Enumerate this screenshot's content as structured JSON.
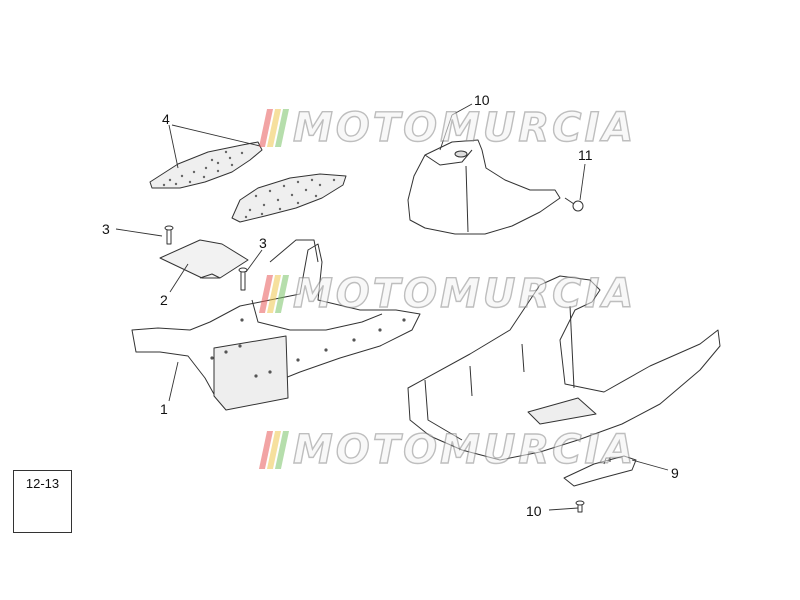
{
  "callouts": {
    "c1": "1",
    "c2": "2",
    "c3a": "3",
    "c3b": "3",
    "c4": "4",
    "c9": "9",
    "c10a": "10",
    "c10b": "10",
    "c11": "11"
  },
  "inset_box": {
    "label": "12-13"
  },
  "watermark": {
    "text": "MOTOMURCIA",
    "bar_colors": [
      "#e85a5a",
      "#f0c850",
      "#7cc46a"
    ]
  },
  "colors": {
    "line": "#333333",
    "fill": "#ffffff",
    "shade": "#e8e8e8"
  }
}
